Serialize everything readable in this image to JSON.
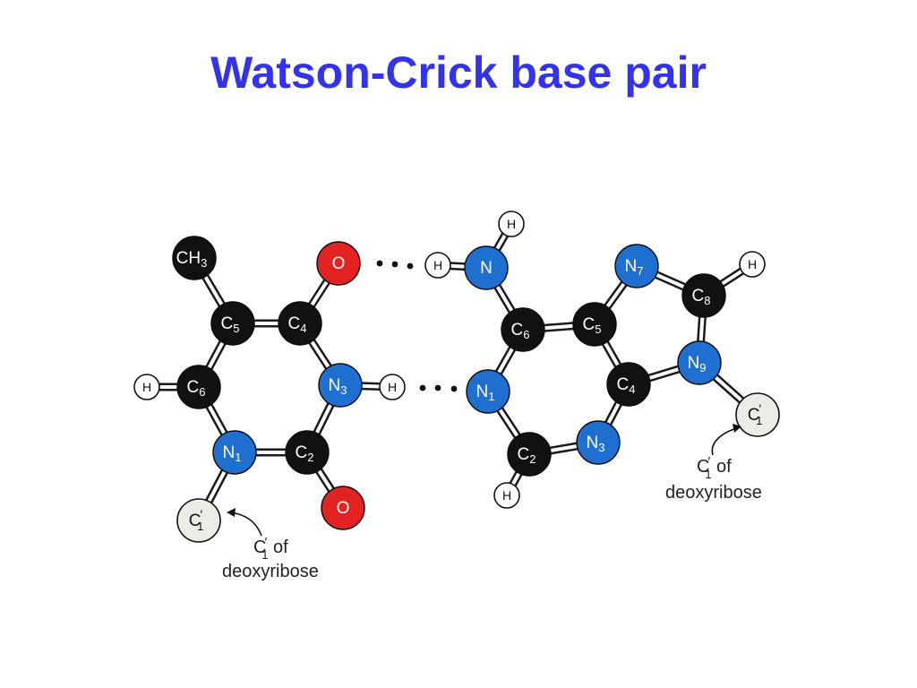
{
  "title": "Watson-Crick base pair",
  "colors": {
    "title": "#3333ee",
    "carbon": "#111111",
    "nitrogen": "#1f6fd0",
    "oxygen": "#e32222",
    "hydrogen": "#ffffff",
    "deoxyribose_carbon": "#e9ede6"
  },
  "thymine": {
    "atoms": {
      "ch3": {
        "main": "CH",
        "sub": "3",
        "prime": ""
      },
      "o4": {
        "main": "O",
        "sub": "",
        "prime": ""
      },
      "c5": {
        "main": "C",
        "sub": "5",
        "prime": ""
      },
      "c4": {
        "main": "C",
        "sub": "4",
        "prime": ""
      },
      "h6": {
        "main": "H",
        "sub": "",
        "prime": ""
      },
      "c6": {
        "main": "C",
        "sub": "6",
        "prime": ""
      },
      "n3": {
        "main": "N",
        "sub": "3",
        "prime": ""
      },
      "h3": {
        "main": "H",
        "sub": "",
        "prime": ""
      },
      "n1": {
        "main": "N",
        "sub": "1",
        "prime": ""
      },
      "c2": {
        "main": "C",
        "sub": "2",
        "prime": ""
      },
      "o2": {
        "main": "O",
        "sub": "",
        "prime": ""
      },
      "c1p": {
        "main": "C",
        "sub": "1",
        "prime": "′"
      }
    },
    "caption_line1_main": "C",
    "caption_line1_prime": "′",
    "caption_line1_sub": "1",
    "caption_line1_rest": " of",
    "caption_line2": "deoxyribose"
  },
  "adenine": {
    "atoms": {
      "h_top": {
        "main": "H",
        "sub": "",
        "prime": ""
      },
      "h_left": {
        "main": "H",
        "sub": "",
        "prime": ""
      },
      "n6": {
        "main": "N",
        "sub": "",
        "prime": ""
      },
      "n7": {
        "main": "N",
        "sub": "7",
        "prime": ""
      },
      "h8": {
        "main": "H",
        "sub": "",
        "prime": ""
      },
      "c8": {
        "main": "C",
        "sub": "8",
        "prime": ""
      },
      "c6": {
        "main": "C",
        "sub": "6",
        "prime": ""
      },
      "c5": {
        "main": "C",
        "sub": "5",
        "prime": ""
      },
      "n9": {
        "main": "N",
        "sub": "9",
        "prime": ""
      },
      "n1": {
        "main": "N",
        "sub": "1",
        "prime": ""
      },
      "c4": {
        "main": "C",
        "sub": "4",
        "prime": ""
      },
      "c1p": {
        "main": "C",
        "sub": "1",
        "prime": "′"
      },
      "c2": {
        "main": "C",
        "sub": "2",
        "prime": ""
      },
      "n3": {
        "main": "N",
        "sub": "3",
        "prime": ""
      },
      "h2": {
        "main": "H",
        "sub": "",
        "prime": ""
      }
    },
    "caption_line1_main": "C",
    "caption_line1_prime": "′",
    "caption_line1_sub": "1",
    "caption_line1_rest": " of",
    "caption_line2": "deoxyribose"
  }
}
